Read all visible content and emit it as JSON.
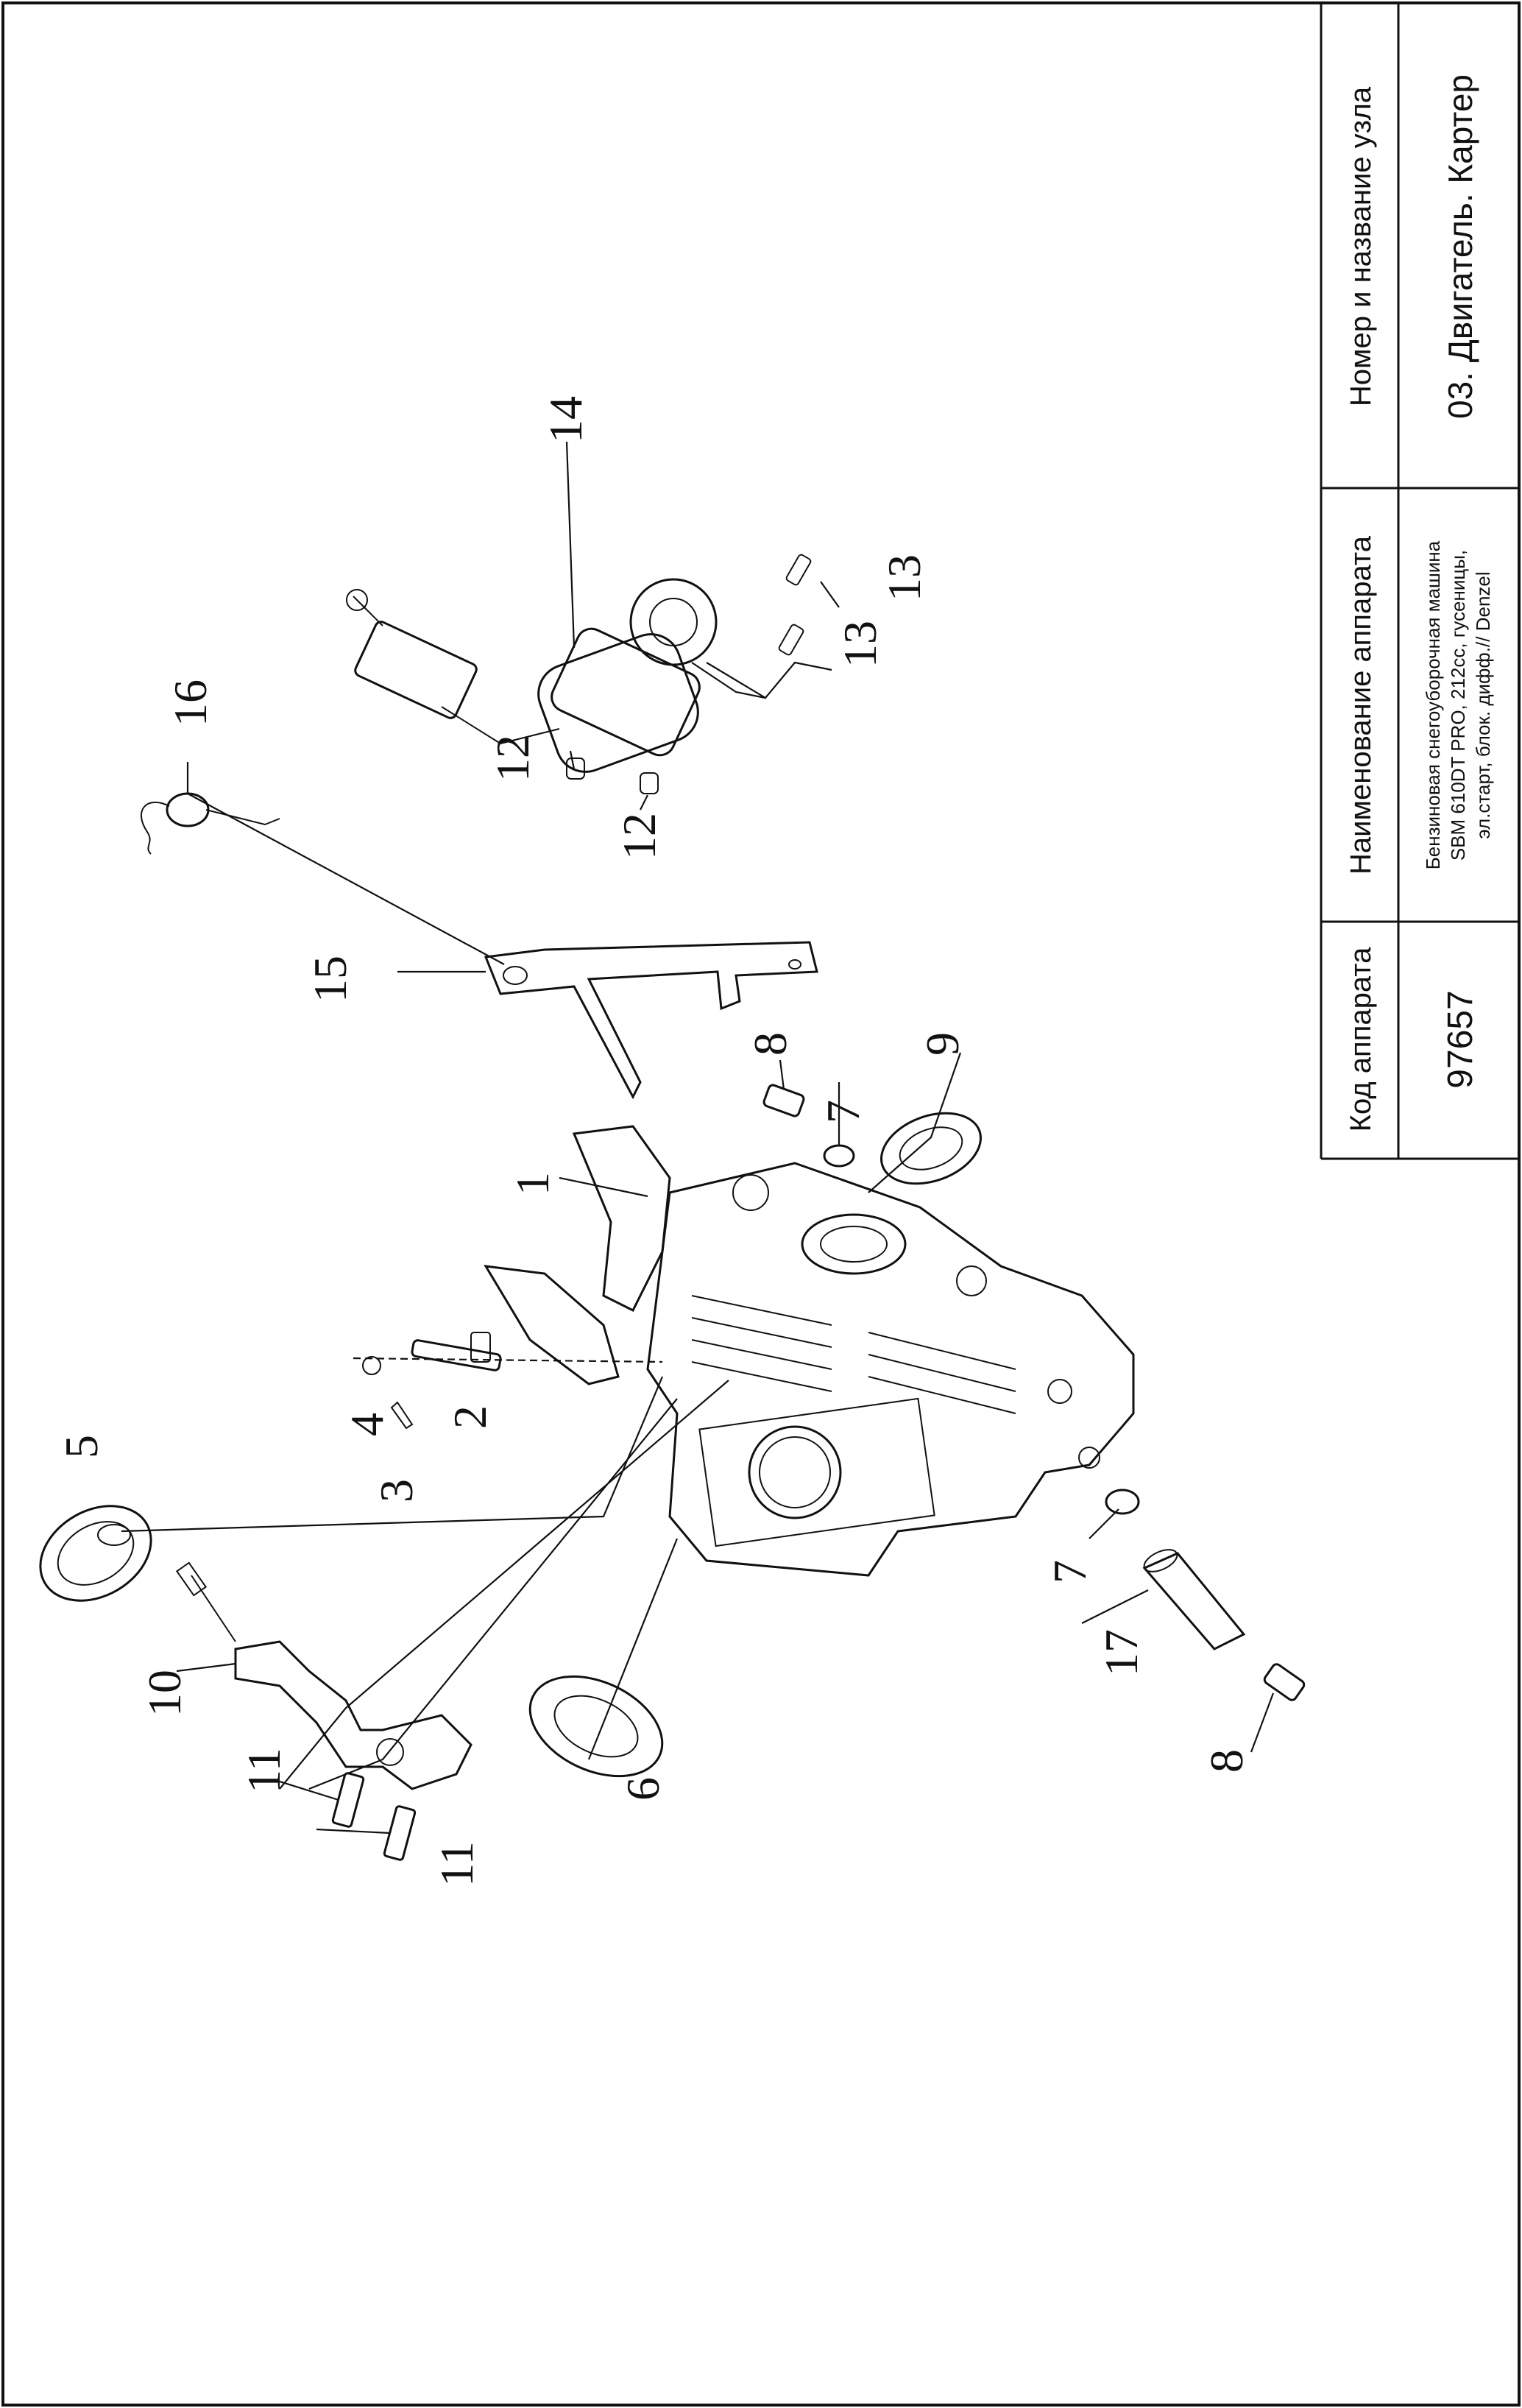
{
  "title_block": {
    "code_label": "Код аппарата",
    "code_value": "97657",
    "device_label": "Наименование аппарата",
    "device_lines": [
      "Бензиновая снегоуборочная машина",
      "SBM 610DT PRO, 212cc, гусеницы,",
      "эл.старт, блок. дифф.// Denzel"
    ],
    "assembly_label": "Номер и название узла",
    "assembly_value": "03. Двигатель. Картер"
  },
  "callouts": [
    "1",
    "2",
    "3",
    "4",
    "5",
    "6",
    "7",
    "7",
    "8",
    "8",
    "9",
    "10",
    "11",
    "11",
    "12",
    "12",
    "13",
    "13",
    "14",
    "15",
    "16",
    "17"
  ]
}
